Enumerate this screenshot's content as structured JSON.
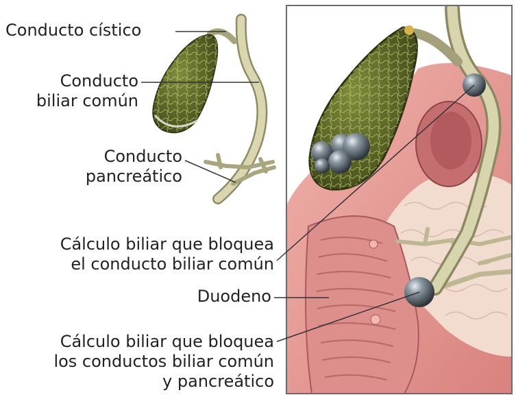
{
  "labels": {
    "cystic_duct": "Conducto cístico",
    "common_bile_duct": [
      "Conducto",
      "biliar común"
    ],
    "pancreatic_duct": [
      "Conducto",
      "pancreático"
    ],
    "stone_blocking_common": [
      "Cálculo biliar que bloquea",
      "el conducto biliar común"
    ],
    "duodenum": "Duodeno",
    "stone_blocking_both": [
      "Cálculo biliar que bloquea",
      "los conductos biliar común",
      "y pancreático"
    ]
  },
  "colors": {
    "gallbladder": "#5f6a2c",
    "duct": "#c9c7a2",
    "stone": "#7b8790",
    "duodenum": "#d98c88",
    "tissue": "#e7a6a0",
    "pancreas": "#f0ddd0",
    "frame": "#6b6b6b"
  }
}
